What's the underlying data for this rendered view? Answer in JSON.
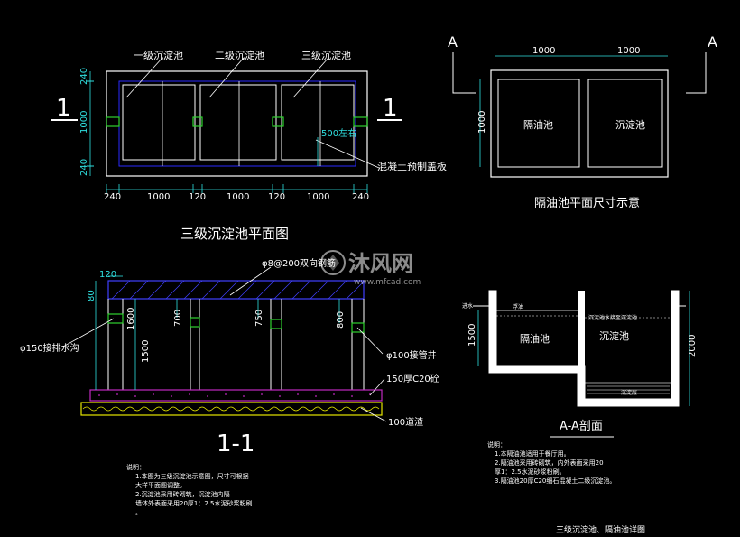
{
  "plan": {
    "label_tank1": "一级沉淀池",
    "label_tank2": "二级沉淀池",
    "label_tank3": "三级沉淀池",
    "label_cover": "混凝土预制盖板",
    "label_500": "500左右",
    "section_mark": "1",
    "dim_top_240": "240",
    "dim_left_1000": "1000",
    "dim_bottom_240": "240",
    "dim_b240a": "240",
    "dim_b1000a": "1000",
    "dim_b120a": "120",
    "dim_b1000b": "1000",
    "dim_b120b": "120",
    "dim_b1000c": "1000",
    "dim_b240b": "240",
    "title": "三级沉淀池平面图"
  },
  "oil_plan": {
    "mark": "A",
    "dim_top_left": "1000",
    "dim_top_right": "1000",
    "dim_side": "1000",
    "label_oil": "隔油池",
    "label_settle": "沉淀池",
    "title": "隔油池平面尺寸示意"
  },
  "section11": {
    "dim_top": "120",
    "dim_80": "80",
    "dim_1600": "1600",
    "dim_700": "700",
    "dim_750": "750",
    "dim_800": "800",
    "dim_1500": "1500",
    "label_pipe_top": "φ8@200双向钢筋",
    "label_drain": "φ150接排水沟",
    "label_inlet": "φ100接管井",
    "label_c20": "150厚C20砼",
    "label_gravel": "100道渣",
    "title": "1-1",
    "notes_heading": "说明：",
    "notes": [
      "1.本图为三级沉淀池示意图，尺寸可根据",
      "  大样平面图调整。",
      "2.沉淀池采用砖砌筑，沉淀池内隔",
      "  墙体外表面采用20厚1：2.5水泥砂浆粉刷",
      "。"
    ]
  },
  "section_aa": {
    "label_oil": "隔油池",
    "label_settle": "沉淀池",
    "label_inlet": "进水",
    "label_float": "浮油",
    "label_outlet_note": "沉淀池水接至沉淀池",
    "label_sludge": "沉淀层",
    "dim_1500": "1500",
    "dim_2000": "2000",
    "title": "A-A剖面",
    "notes_heading": "说明：",
    "notes": [
      "1.本隔油池适用于餐厅用。",
      "2.隔油池采用砖砌筑，内外表面采用20",
      "厚1：2.5水泥砂浆粉刷。",
      "3.隔油池20厚C20细石混凝土二级沉淀池。"
    ]
  },
  "watermark": {
    "brand": "沐风网",
    "url": "www.mfcad.com"
  },
  "footer": {
    "caption": "三级沉淀池、隔油池详图"
  },
  "colors": {
    "background": "#000000",
    "wall": "#ffffff",
    "inner_line": "#2a2aff",
    "dim": "#2fe0e0",
    "pipe": "#2fd22f",
    "concrete": "#c02ac0",
    "gravel": "#e6e600",
    "hatch": "#4040ff"
  }
}
